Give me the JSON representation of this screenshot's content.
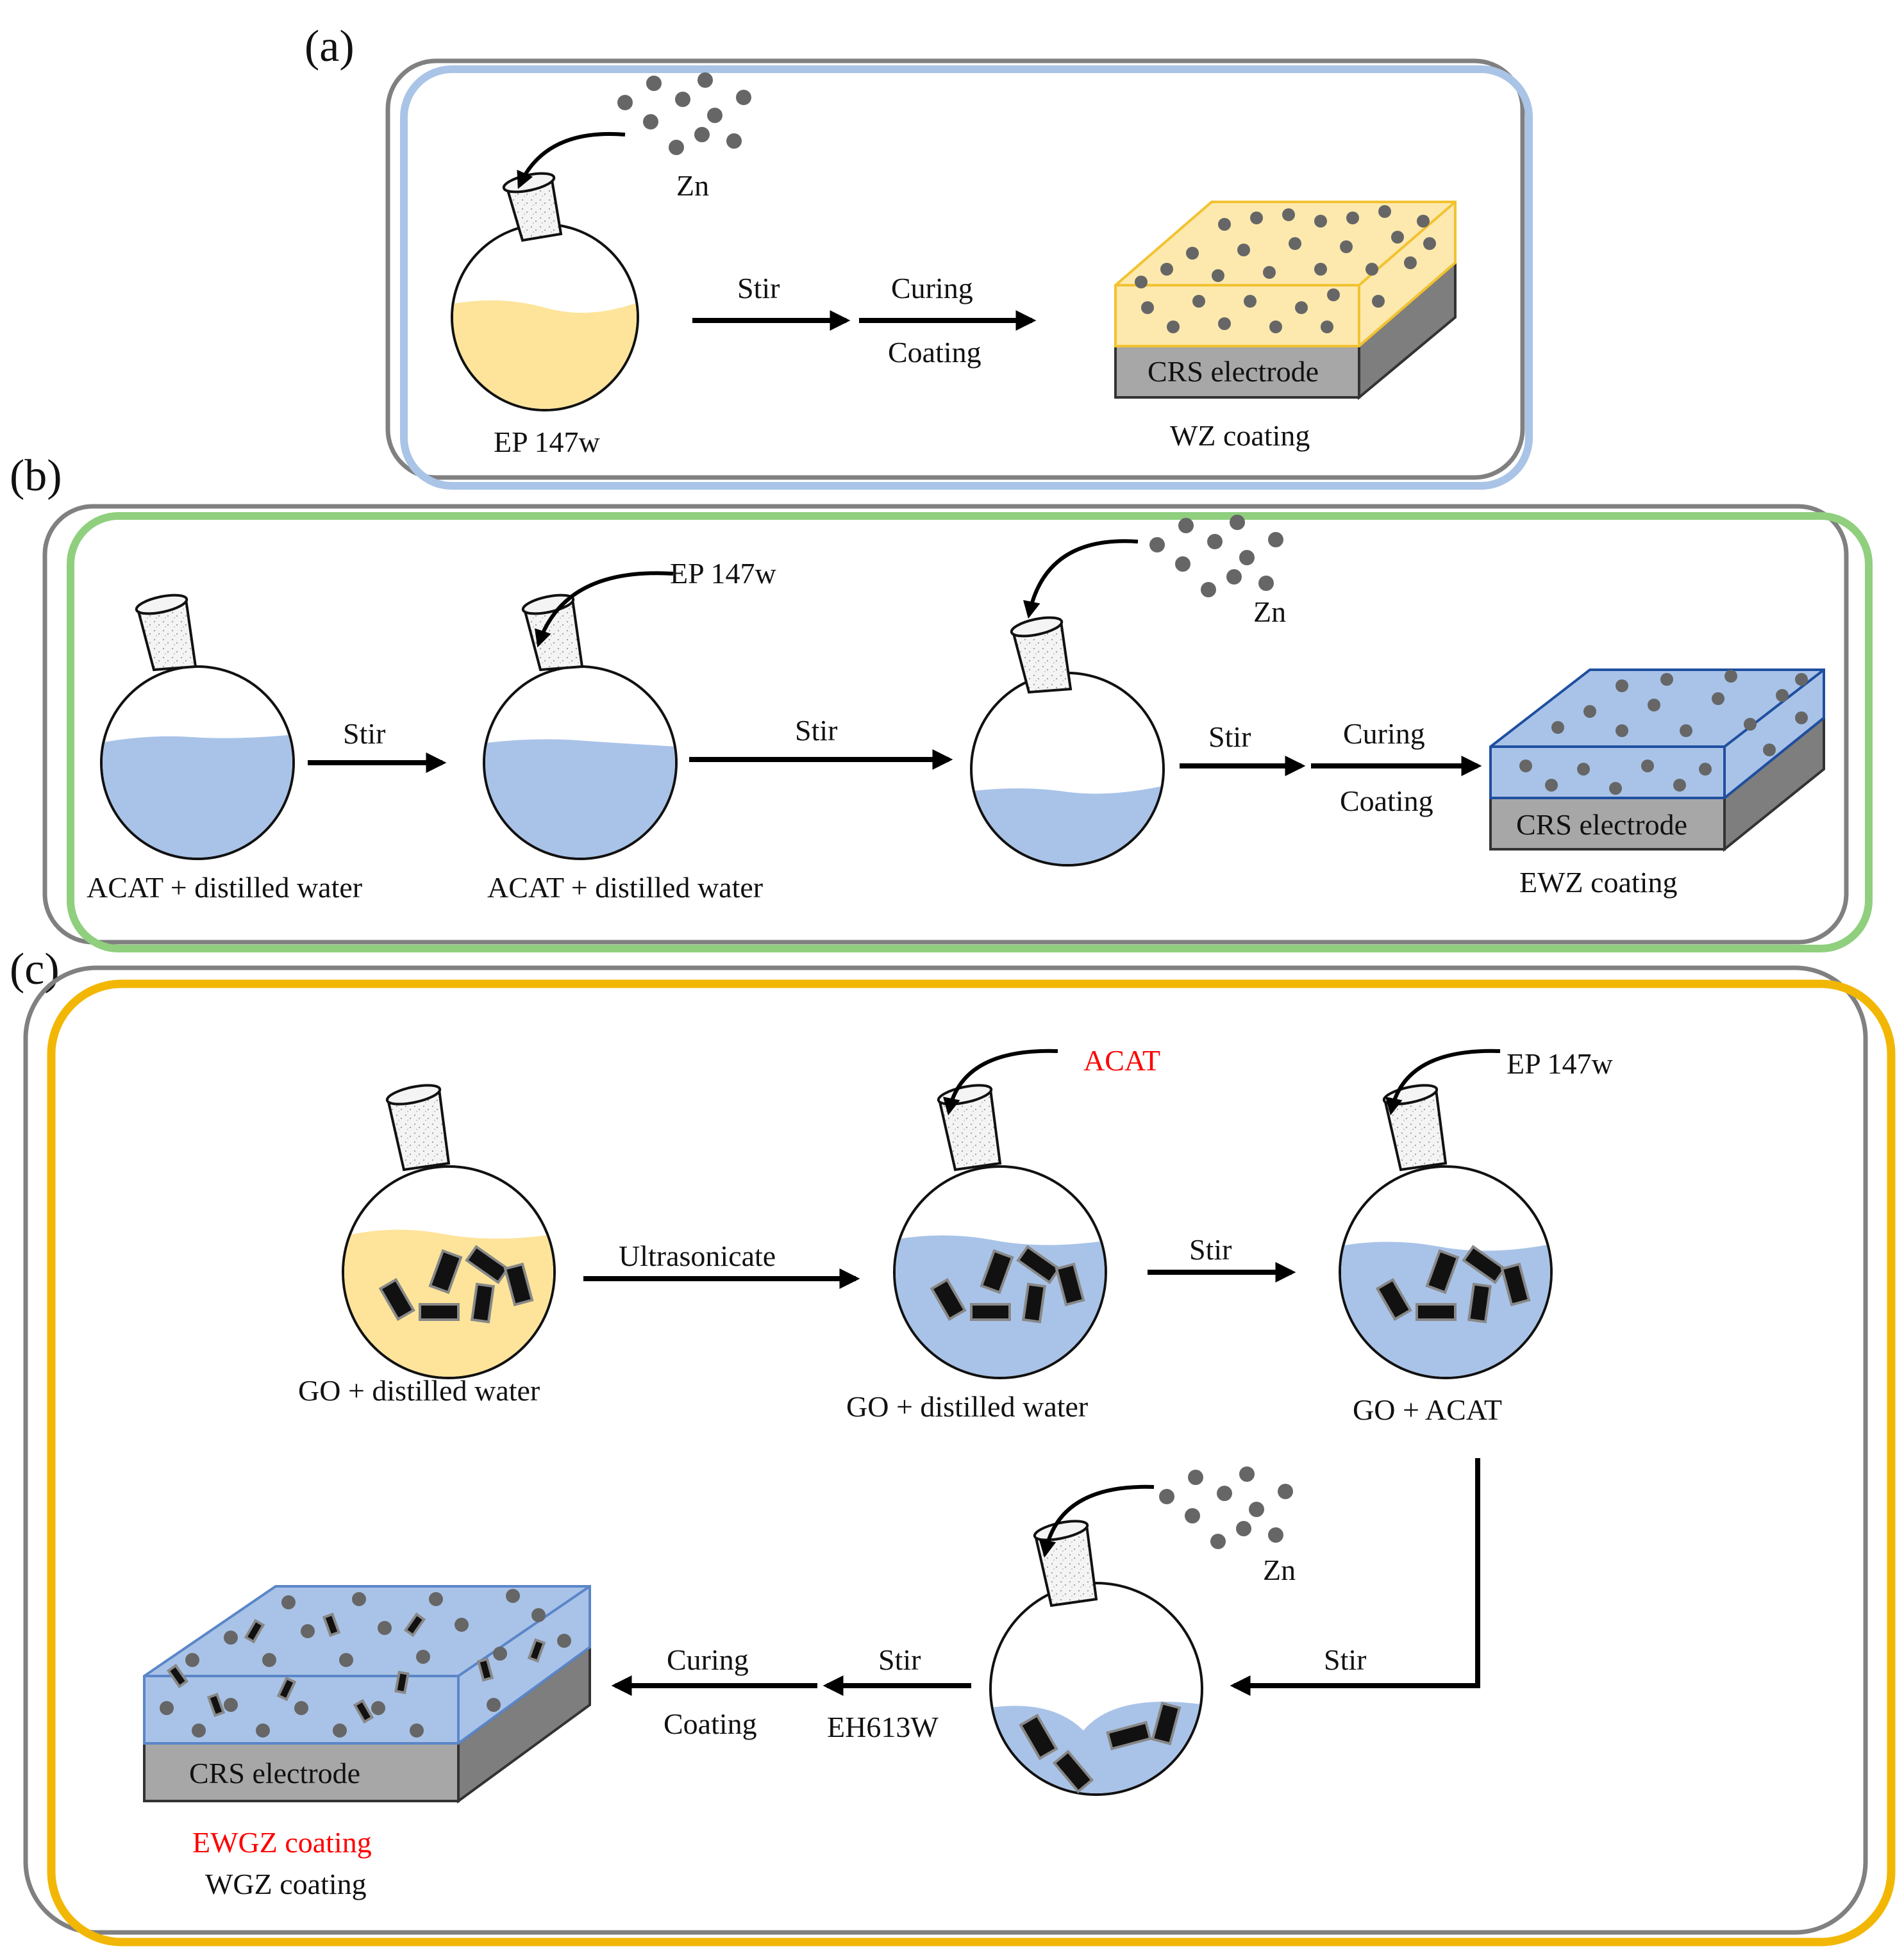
{
  "colors": {
    "panel_a_border": "#a9c4e6",
    "panel_b_border": "#8fcf7e",
    "panel_c_border": "#f2b705",
    "outer_border": "#808080",
    "yellow_liquid": "#fde49a",
    "blue_liquid": "#a9c3e8",
    "substrate": "#a7a7a7",
    "red_text": "#ff0000"
  },
  "icons": [
    "round-bottom-flask-icon",
    "zn-particles-icon",
    "go-sheet-icon",
    "curved-arrow-icon",
    "coated-electrode-icon"
  ],
  "panel_a": {
    "label": "(a)",
    "zn": "Zn",
    "flask": "EP 147w",
    "step1": "Stir",
    "step2_top": "Curing",
    "step2_bottom": "Coating",
    "electrode": "CRS electrode",
    "result": "WZ coating"
  },
  "panel_b": {
    "label": "(b)",
    "flask1": "ACAT + distilled water",
    "step1": "Stir",
    "add2": "EP 147w",
    "flask2": "ACAT + distilled water",
    "step2": "Stir",
    "zn": "Zn",
    "step3": "Stir",
    "step4_top": "Curing",
    "step4_bottom": "Coating",
    "electrode": "CRS electrode",
    "result": "EWZ coating"
  },
  "panel_c": {
    "label": "(c)",
    "flask1": "GO + distilled water",
    "step1": "Ultrasonicate",
    "add2": "ACAT",
    "flask2": "GO + distilled water",
    "step2": "Stir",
    "add3": "EP 147w",
    "flask3": "GO + ACAT",
    "step3": "Stir",
    "zn": "Zn",
    "step4_top": "Stir",
    "step4_bottom": "EH613W",
    "step5_top": "Curing",
    "step5_bottom": "Coating",
    "electrode": "CRS electrode",
    "result_red": "EWGZ coating",
    "result": "WGZ coating"
  }
}
